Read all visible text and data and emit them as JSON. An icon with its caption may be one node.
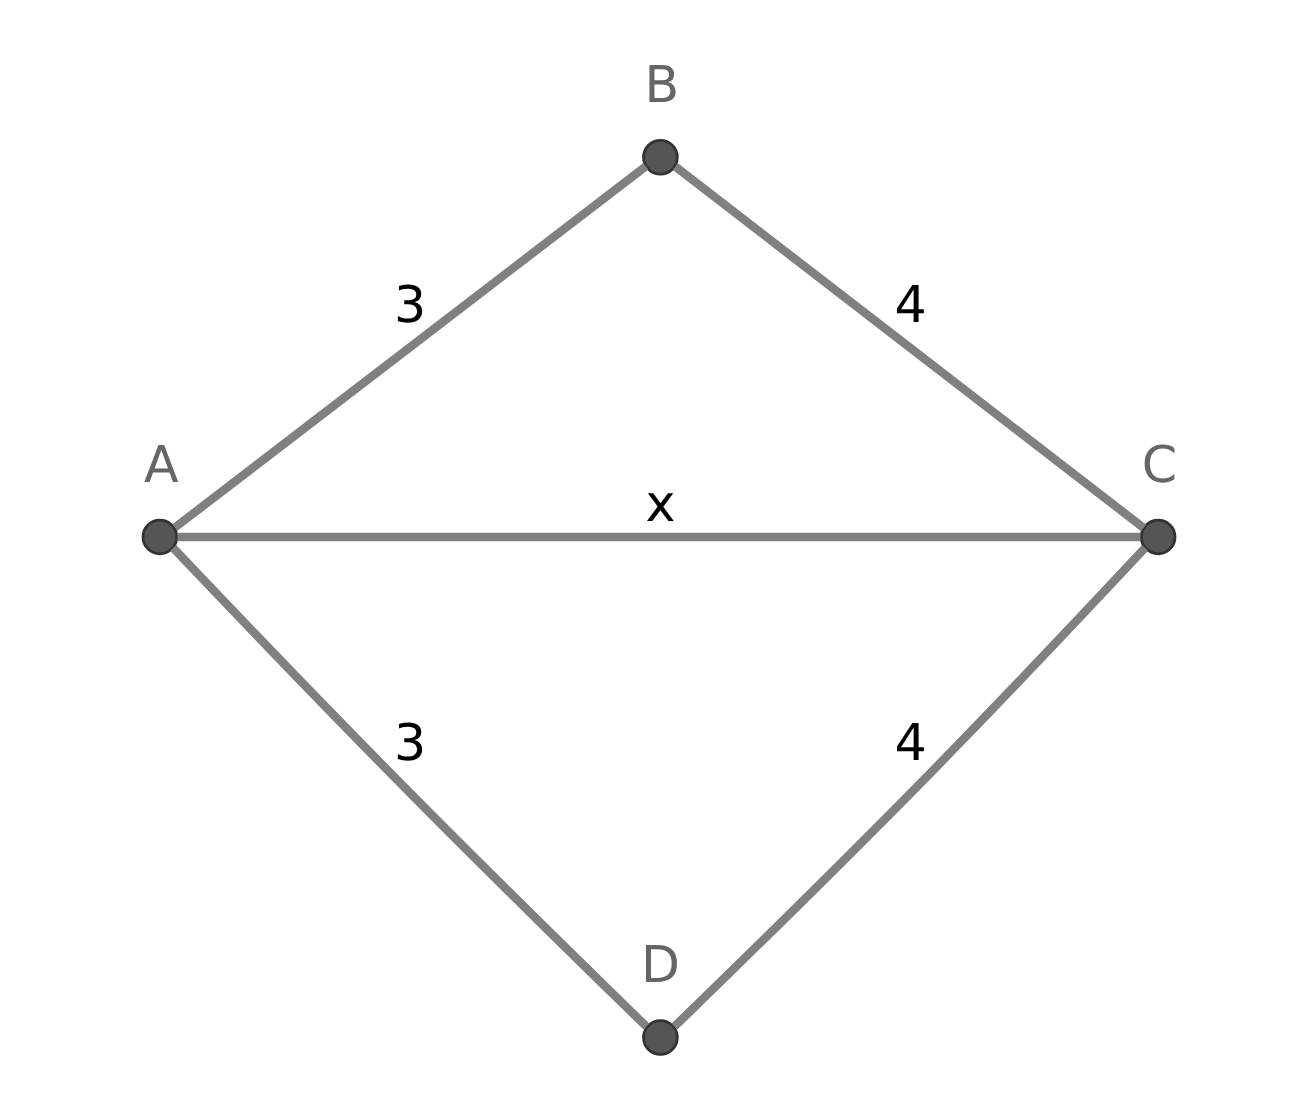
{
  "diagram": {
    "nodes": [
      {
        "text": [],
        "shape": "circle",
        "beside": [
          "B"
        ]
      },
      {
        "text": [],
        "shape": "circle",
        "beside": [
          "A"
        ]
      },
      {
        "text": [],
        "shape": "circle",
        "beside": [
          "C"
        ]
      },
      {
        "text": [],
        "shape": "circle",
        "beside": [
          "D"
        ]
      }
    ],
    "edges": [
      {
        "from": 1,
        "to": 0,
        "arrow": "none",
        "label": "3"
      },
      {
        "from": 0,
        "to": 2,
        "arrow": "none",
        "label": "4"
      },
      {
        "from": 1,
        "to": 2,
        "arrow": "none",
        "label": "x"
      },
      {
        "from": 1,
        "to": 3,
        "arrow": "none",
        "label": "3"
      },
      {
        "from": 3,
        "to": 2,
        "arrow": "none",
        "label": "4"
      }
    ]
  }
}
